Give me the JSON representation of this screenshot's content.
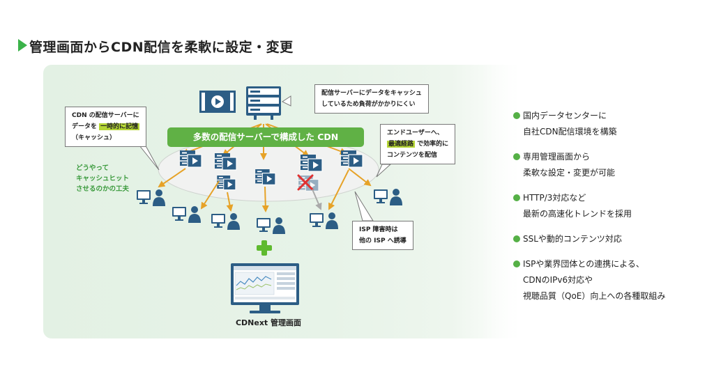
{
  "title": "管理画面からCDN配信を柔軟に設定・変更",
  "callouts": {
    "origin": [
      "配信サーバーにデータをキャッシュ",
      "しているため負荷がかかりにくい"
    ],
    "cache_pre": "CDN の配信サーバーに",
    "cache_mid": "データを ",
    "cache_hl": "一時的に記憶",
    "cache_post": "（キャッシュ）",
    "route_l1": "エンドユーザーへ、",
    "route_hl": "最適経路",
    "route_l2_tail": " で効率的に",
    "route_l3": "コンテンツを配信",
    "isp": [
      "ISP 障害時は",
      "他の ISP へ誘導"
    ]
  },
  "tip": [
    "どうやって",
    "キャッシュヒット",
    "させるのかの工夫"
  ],
  "banner": "多数の配信サーバーで構成した CDN",
  "monitor_label": "CDNext 管理画面",
  "features": [
    [
      "国内データセンターに",
      "自社CDN配信環境を構築"
    ],
    [
      "専用管理画面から",
      "柔軟な設定・変更が可能"
    ],
    [
      "HTTP/3対応など",
      "最新の高速化トレンドを採用"
    ],
    [
      "SSLや動的コンテンツ対応"
    ],
    [
      "ISPや業界団体との連携による、",
      "CDNのIPv6対応や",
      "視聴品質（QoE）向上への各種取組み"
    ]
  ],
  "colors": {
    "accent": "#3bb34a",
    "highlight": "#b5d635",
    "server": "#2c5d85",
    "arrow": "#e6a227",
    "banner": "#60b145"
  }
}
